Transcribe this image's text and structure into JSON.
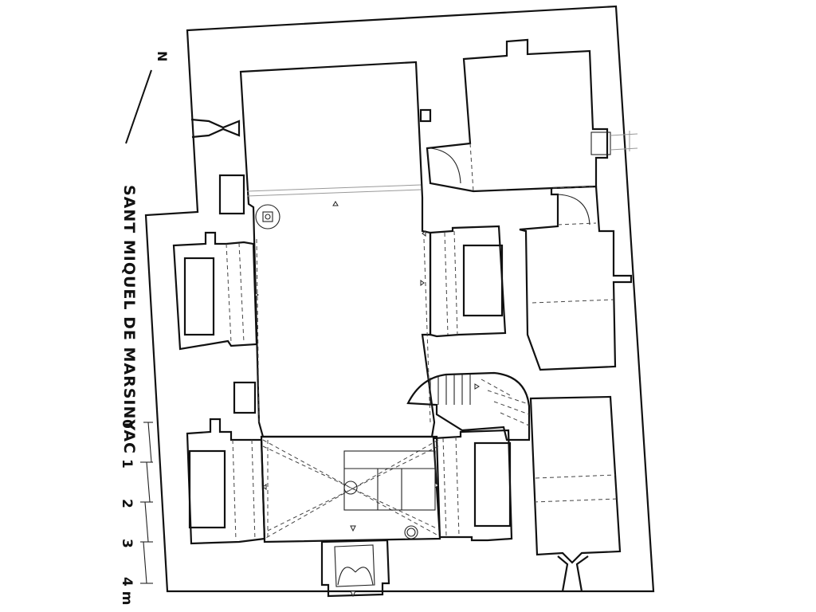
{
  "title": "SANT MIQUEL DE MARSINYAC",
  "north_label": "N",
  "scale": {
    "labels": [
      "0",
      "1",
      "2",
      "3",
      "4 m"
    ],
    "unit": "m"
  }
}
